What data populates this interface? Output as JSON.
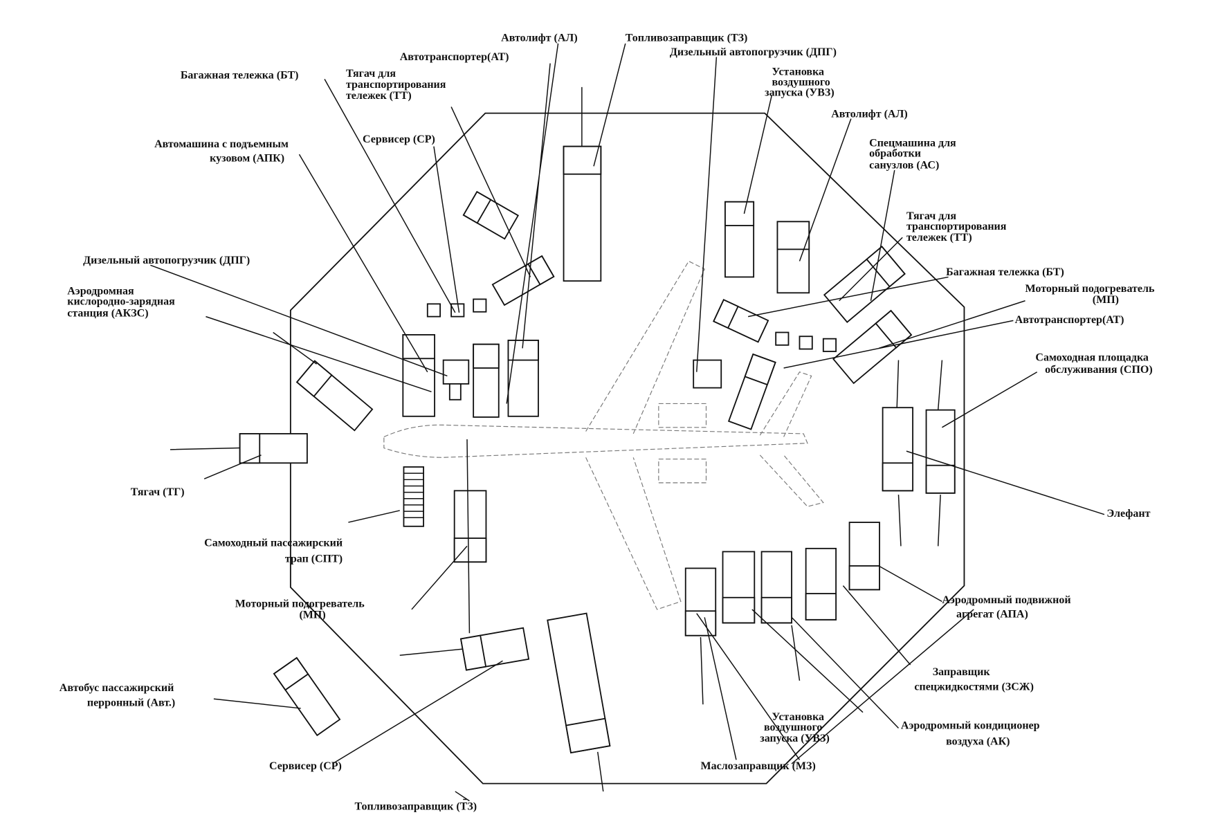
{
  "labels": {
    "al_top": "Автолифт (АЛ)",
    "tz_top": "Топливозаправщик (ТЗ)",
    "at_top": "Автотранспортер(АТ)",
    "dpg_top": "Дизельный автопогрузчик (ДПГ)",
    "bt_top": "Багажная тележка (БТ)",
    "tt_top": [
      "Тягач для",
      "транспортирования",
      "тележек (ТТ)"
    ],
    "uvz_top": [
      "Установка",
      "воздушного",
      "запуска (УВЗ)"
    ],
    "al_right": "Автолифт (АЛ)",
    "sr_top": "Сервисер (СР)",
    "apk": [
      "Автомашина с подъемным",
      "кузовом (АПК)"
    ],
    "as": [
      "Спецмашина для",
      "обработки",
      "санузлов (АС)"
    ],
    "tt_right": [
      "Тягач для",
      "транспортирования",
      "тележек (ТТ)"
    ],
    "dpg_left": "Дизельный автопогрузчик (ДПГ)",
    "akzs": [
      "Аэродромная",
      "кислородно-зарядная",
      "станция (АКЗС)"
    ],
    "bt_right": "Багажная тележка (БТ)",
    "mp_right": [
      "Моторный подогреватель",
      "(МП)"
    ],
    "at_right": "Автотранспортер(АТ)",
    "spo": [
      "Самоходная площадка",
      "обслуживания (СПО)"
    ],
    "tg": "Тягач (ТГ)",
    "elefant": "Элефант",
    "spt": [
      "Самоходный пассажирский",
      "трап (СПТ)"
    ],
    "mp_left": [
      "Моторный подогреватель",
      "(МП)"
    ],
    "apa": [
      "Аэродромный подвижной",
      "агрегат (АПА)"
    ],
    "zszh": [
      "Заправщик",
      "спецжидкостями (ЗСЖ)"
    ],
    "avt": [
      "Автобус пассажирский",
      "перронный (Авт.)"
    ],
    "ak": [
      "Аэродромный кондиционер",
      "воздуха (АК)"
    ],
    "uvz_bottom": [
      "Установка",
      "воздушного",
      "запуска (УВЗ)"
    ],
    "sr_bottom": "Сервисер (СР)",
    "mz": "Маслозаправщик (МЗ)",
    "tz_bottom": "Топливозаправщик (ТЗ)"
  }
}
